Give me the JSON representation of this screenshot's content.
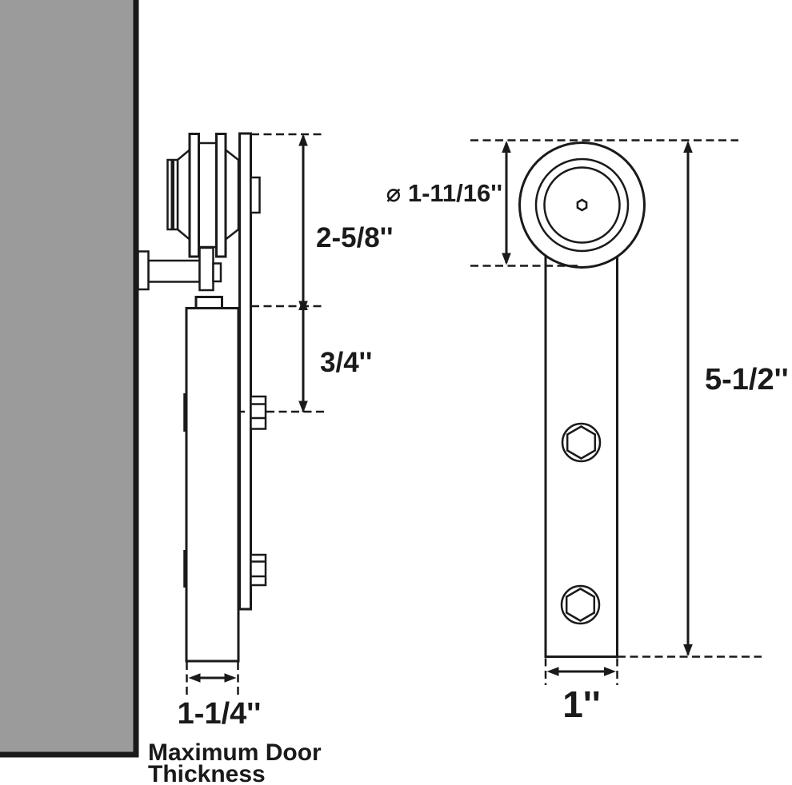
{
  "colors": {
    "background": "#ffffff",
    "wall": "#9b9b9b",
    "line": "#1a1a1a"
  },
  "side_view": {
    "dims": {
      "track_top_to_door": "2-5/8''",
      "door_to_bolt": "3/4''",
      "door_thickness": "1-1/4''",
      "caption_line1": "Maximum Door",
      "caption_line2": "Thickness"
    }
  },
  "front_view": {
    "dims": {
      "roller_diameter": "⌀ 1-11/16''",
      "overall_height": "5-1/2''",
      "strap_width": "1''"
    }
  }
}
